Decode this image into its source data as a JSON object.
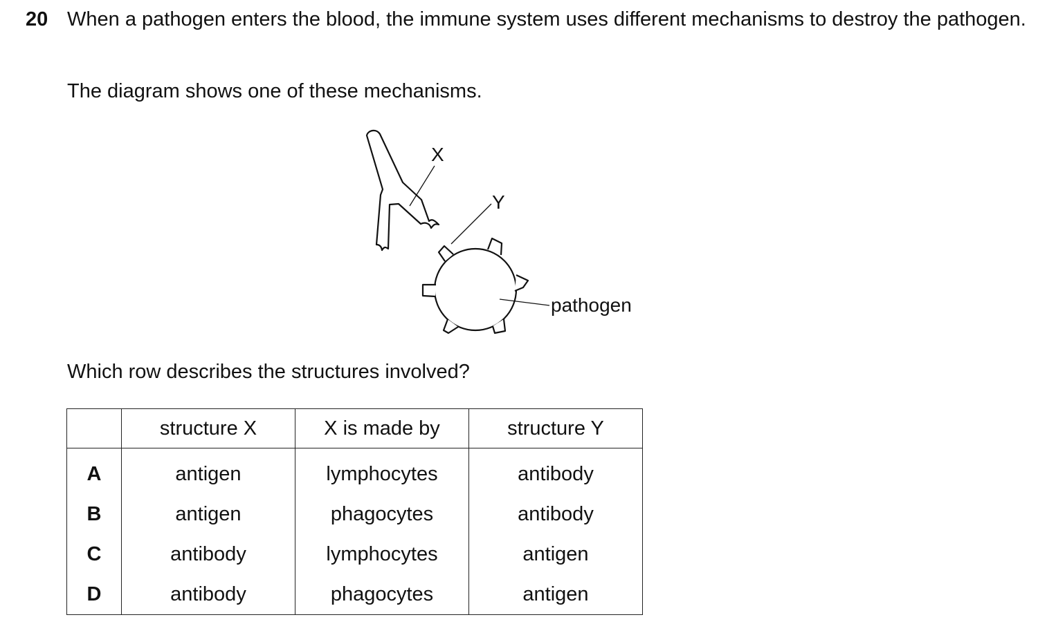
{
  "question": {
    "number": "20",
    "stem": "When a pathogen enters the blood, the immune system uses different mechanisms to destroy the pathogen.",
    "intro": "The diagram shows one of these mechanisms.",
    "prompt": "Which row describes the structures involved?"
  },
  "diagram": {
    "label_x": "X",
    "label_y": "Y",
    "label_pathogen": "pathogen"
  },
  "table": {
    "headers": [
      "",
      "structure X",
      "X is made by",
      "structure Y"
    ],
    "rows": [
      {
        "letter": "A",
        "structure_x": "antigen",
        "made_by": "lymphocytes",
        "structure_y": "antibody"
      },
      {
        "letter": "B",
        "structure_x": "antigen",
        "made_by": "phagocytes",
        "structure_y": "antibody"
      },
      {
        "letter": "C",
        "structure_x": "antibody",
        "made_by": "lymphocytes",
        "structure_y": "antigen"
      },
      {
        "letter": "D",
        "structure_x": "antibody",
        "made_by": "phagocytes",
        "structure_y": "antigen"
      }
    ]
  }
}
